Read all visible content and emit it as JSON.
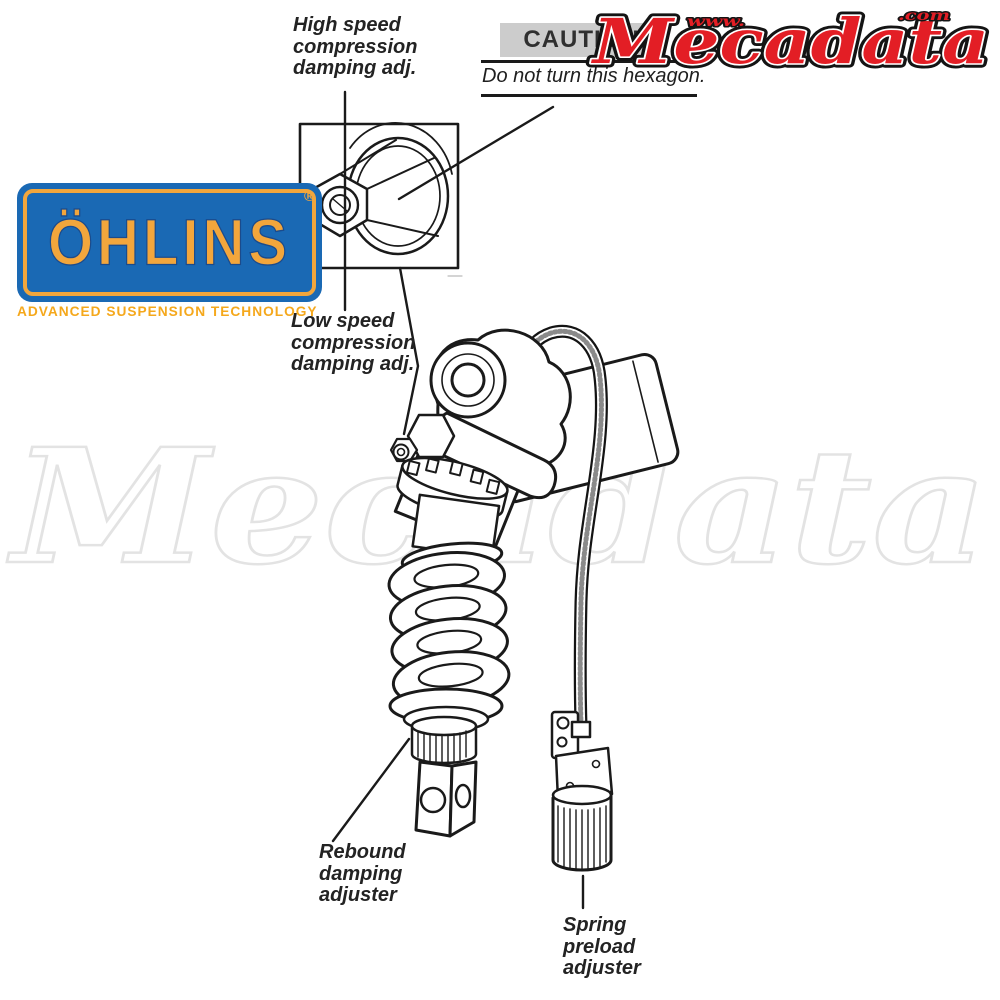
{
  "page": {
    "background_color": "#ffffff",
    "line_color": "#1a1a1a"
  },
  "header": {
    "mecadata_logo": {
      "prefix": "www.",
      "name": "Mecadata",
      "suffix": ".com",
      "fill_color": "#e31e25",
      "outline_color": "#141414"
    }
  },
  "caution": {
    "title": "CAUTION",
    "panel_color": "#cccccc",
    "note": "Do not turn this hexagon."
  },
  "ohlins_logo": {
    "wordmark": "ÖHLINS",
    "registered_mark": "®",
    "tagline": "ADVANCED SUSPENSION TECHNOLOGY",
    "panel_color": "#1a69b4",
    "letter_color": "#f2a63c",
    "tagline_color": "#f5a81c"
  },
  "watermark": {
    "text": "Mecadata",
    "stroke_color": "#e3e3e3"
  },
  "callouts": {
    "high_speed": {
      "lines": [
        "High speed",
        "compression",
        "damping adj."
      ]
    },
    "low_speed": {
      "lines": [
        "Low speed",
        "compression",
        "damping adj."
      ]
    },
    "rebound": {
      "lines": [
        "Rebound",
        "damping",
        "adjuster"
      ]
    },
    "preload": {
      "lines": [
        "Spring",
        "preload",
        "adjuster"
      ]
    }
  }
}
